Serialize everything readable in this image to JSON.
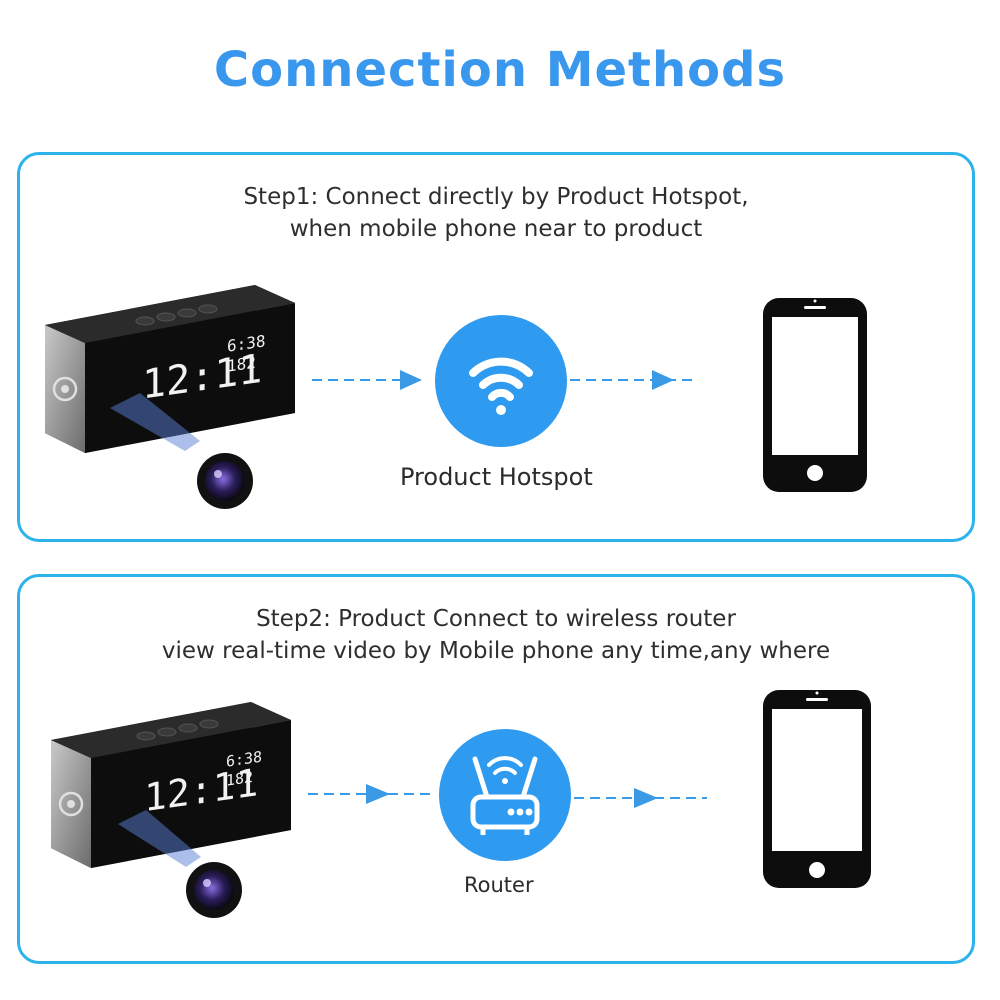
{
  "title": "Connection Methods",
  "steps": [
    {
      "line1": "Step1: Connect directly by  Product  Hotspot,",
      "line2": "when mobile phone near to product",
      "caption": "Product Hotspot",
      "center_icon": "wifi-icon"
    },
    {
      "line1": "Step2: Product Connect to wireless router",
      "line2": "view real-time video by Mobile phone any time,any where",
      "caption": "Router",
      "center_icon": "router-icon"
    }
  ],
  "device_display": {
    "time": "12:11",
    "small_top": "6:38",
    "small_bottom": "182"
  },
  "colors": {
    "title": "#3a97ee",
    "panel_border": "#2bb3ea",
    "circle": "#2e9bf0",
    "arrow": "#3a9ae6"
  }
}
